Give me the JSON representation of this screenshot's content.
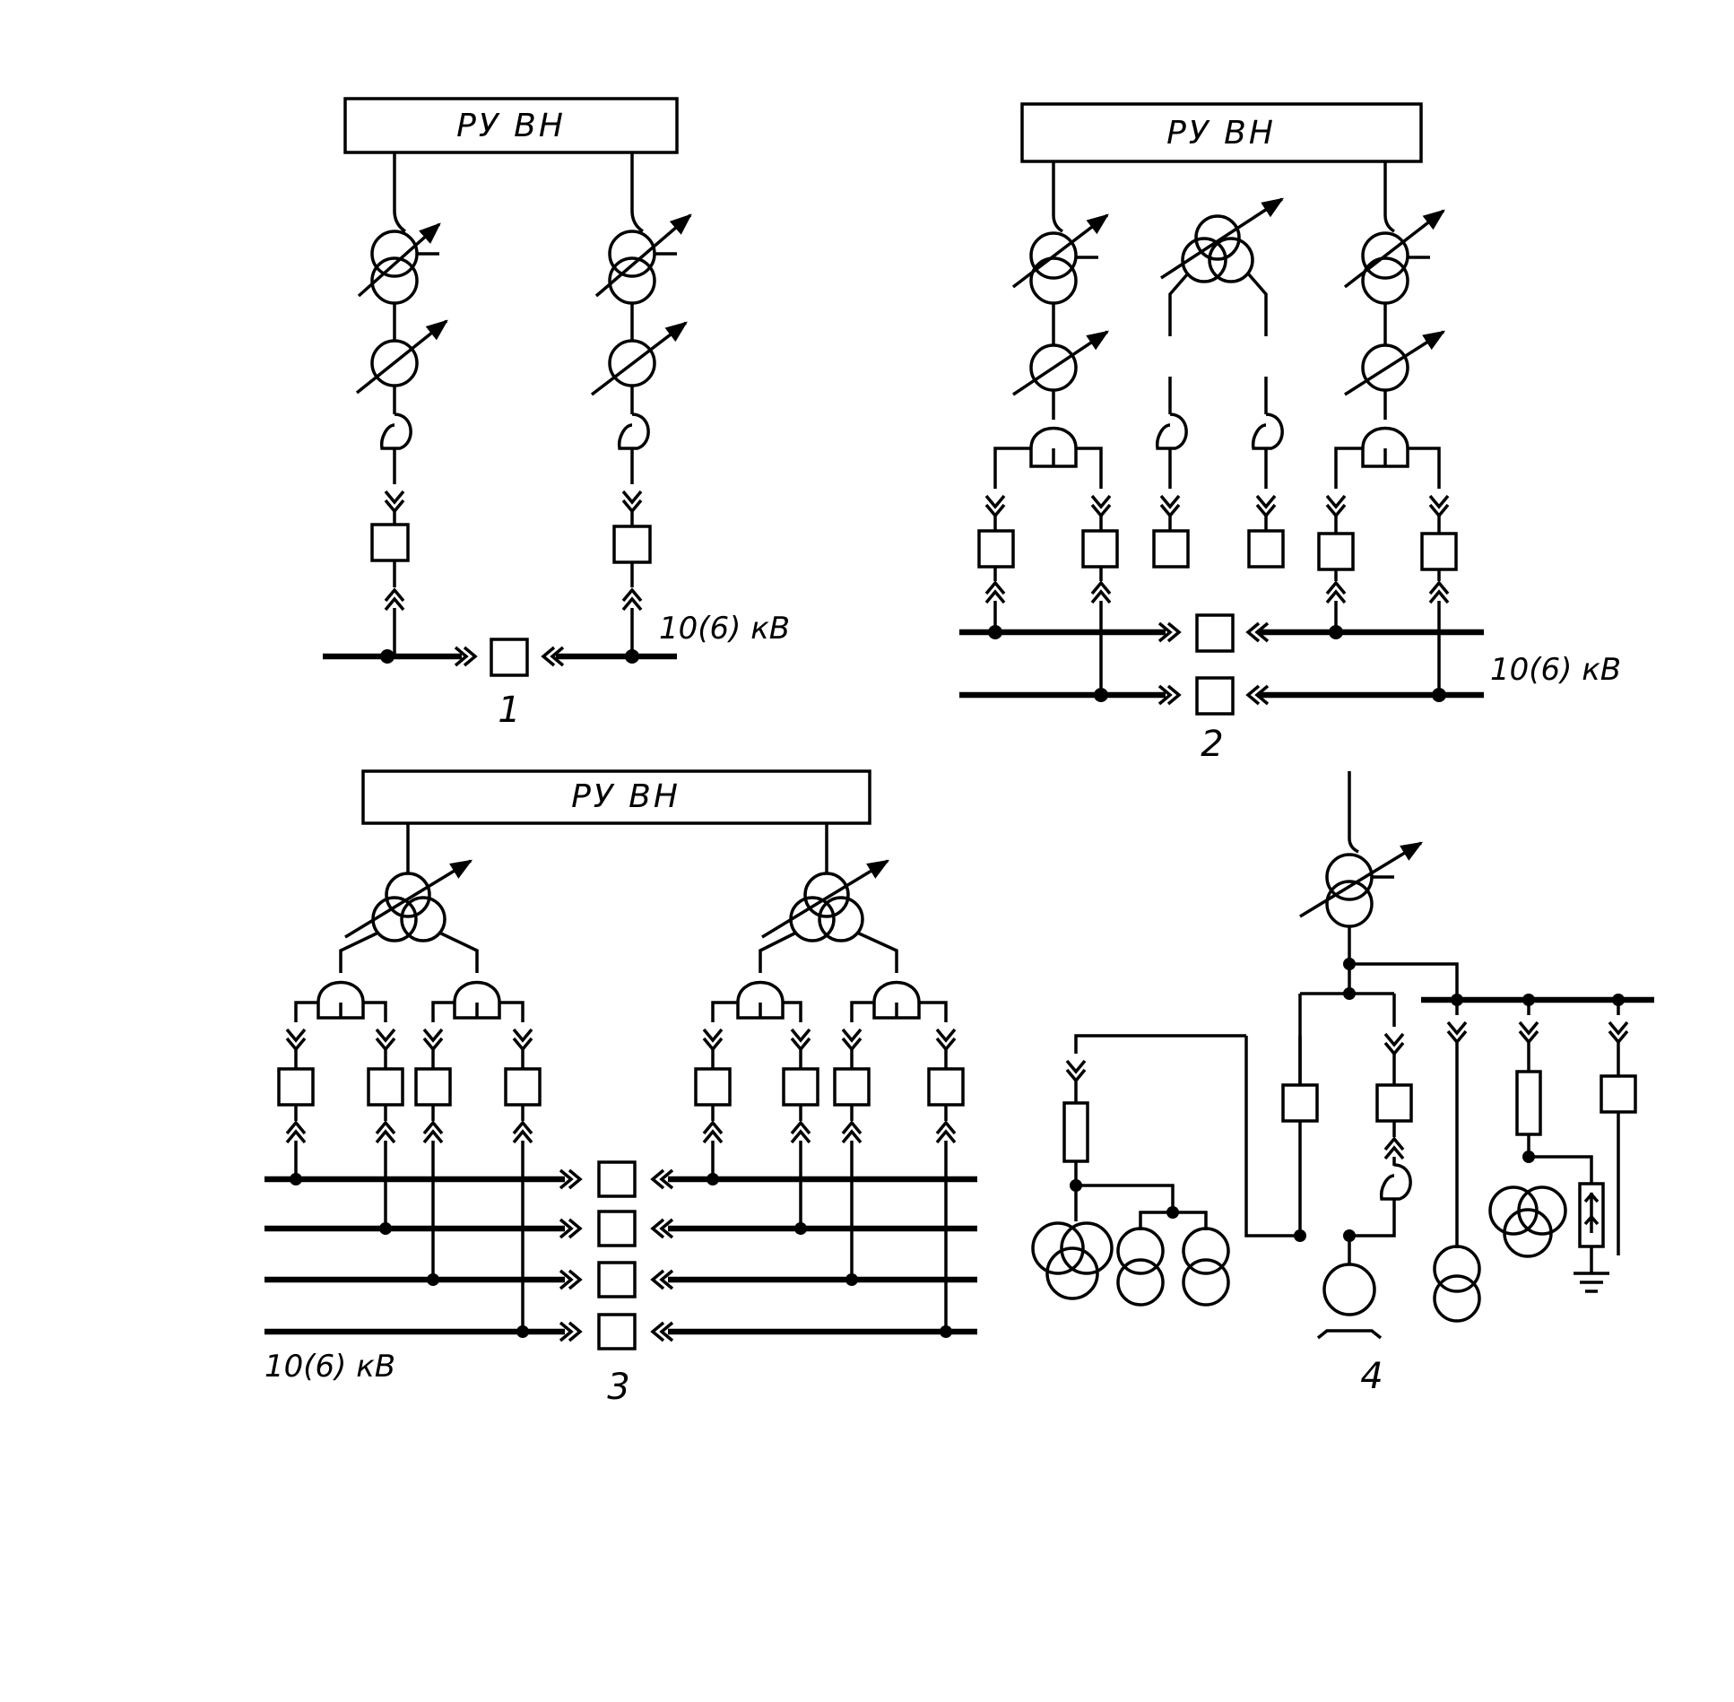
{
  "diagram": {
    "schemes": [
      {
        "number": "1",
        "source": "РУ ВН",
        "voltage": "10(6) кВ"
      },
      {
        "number": "2",
        "source": "РУ ВН",
        "voltage": "10(6) кВ"
      },
      {
        "number": "3",
        "source": "РУ ВН",
        "voltage": "10(6) кВ"
      },
      {
        "number": "4"
      }
    ]
  }
}
